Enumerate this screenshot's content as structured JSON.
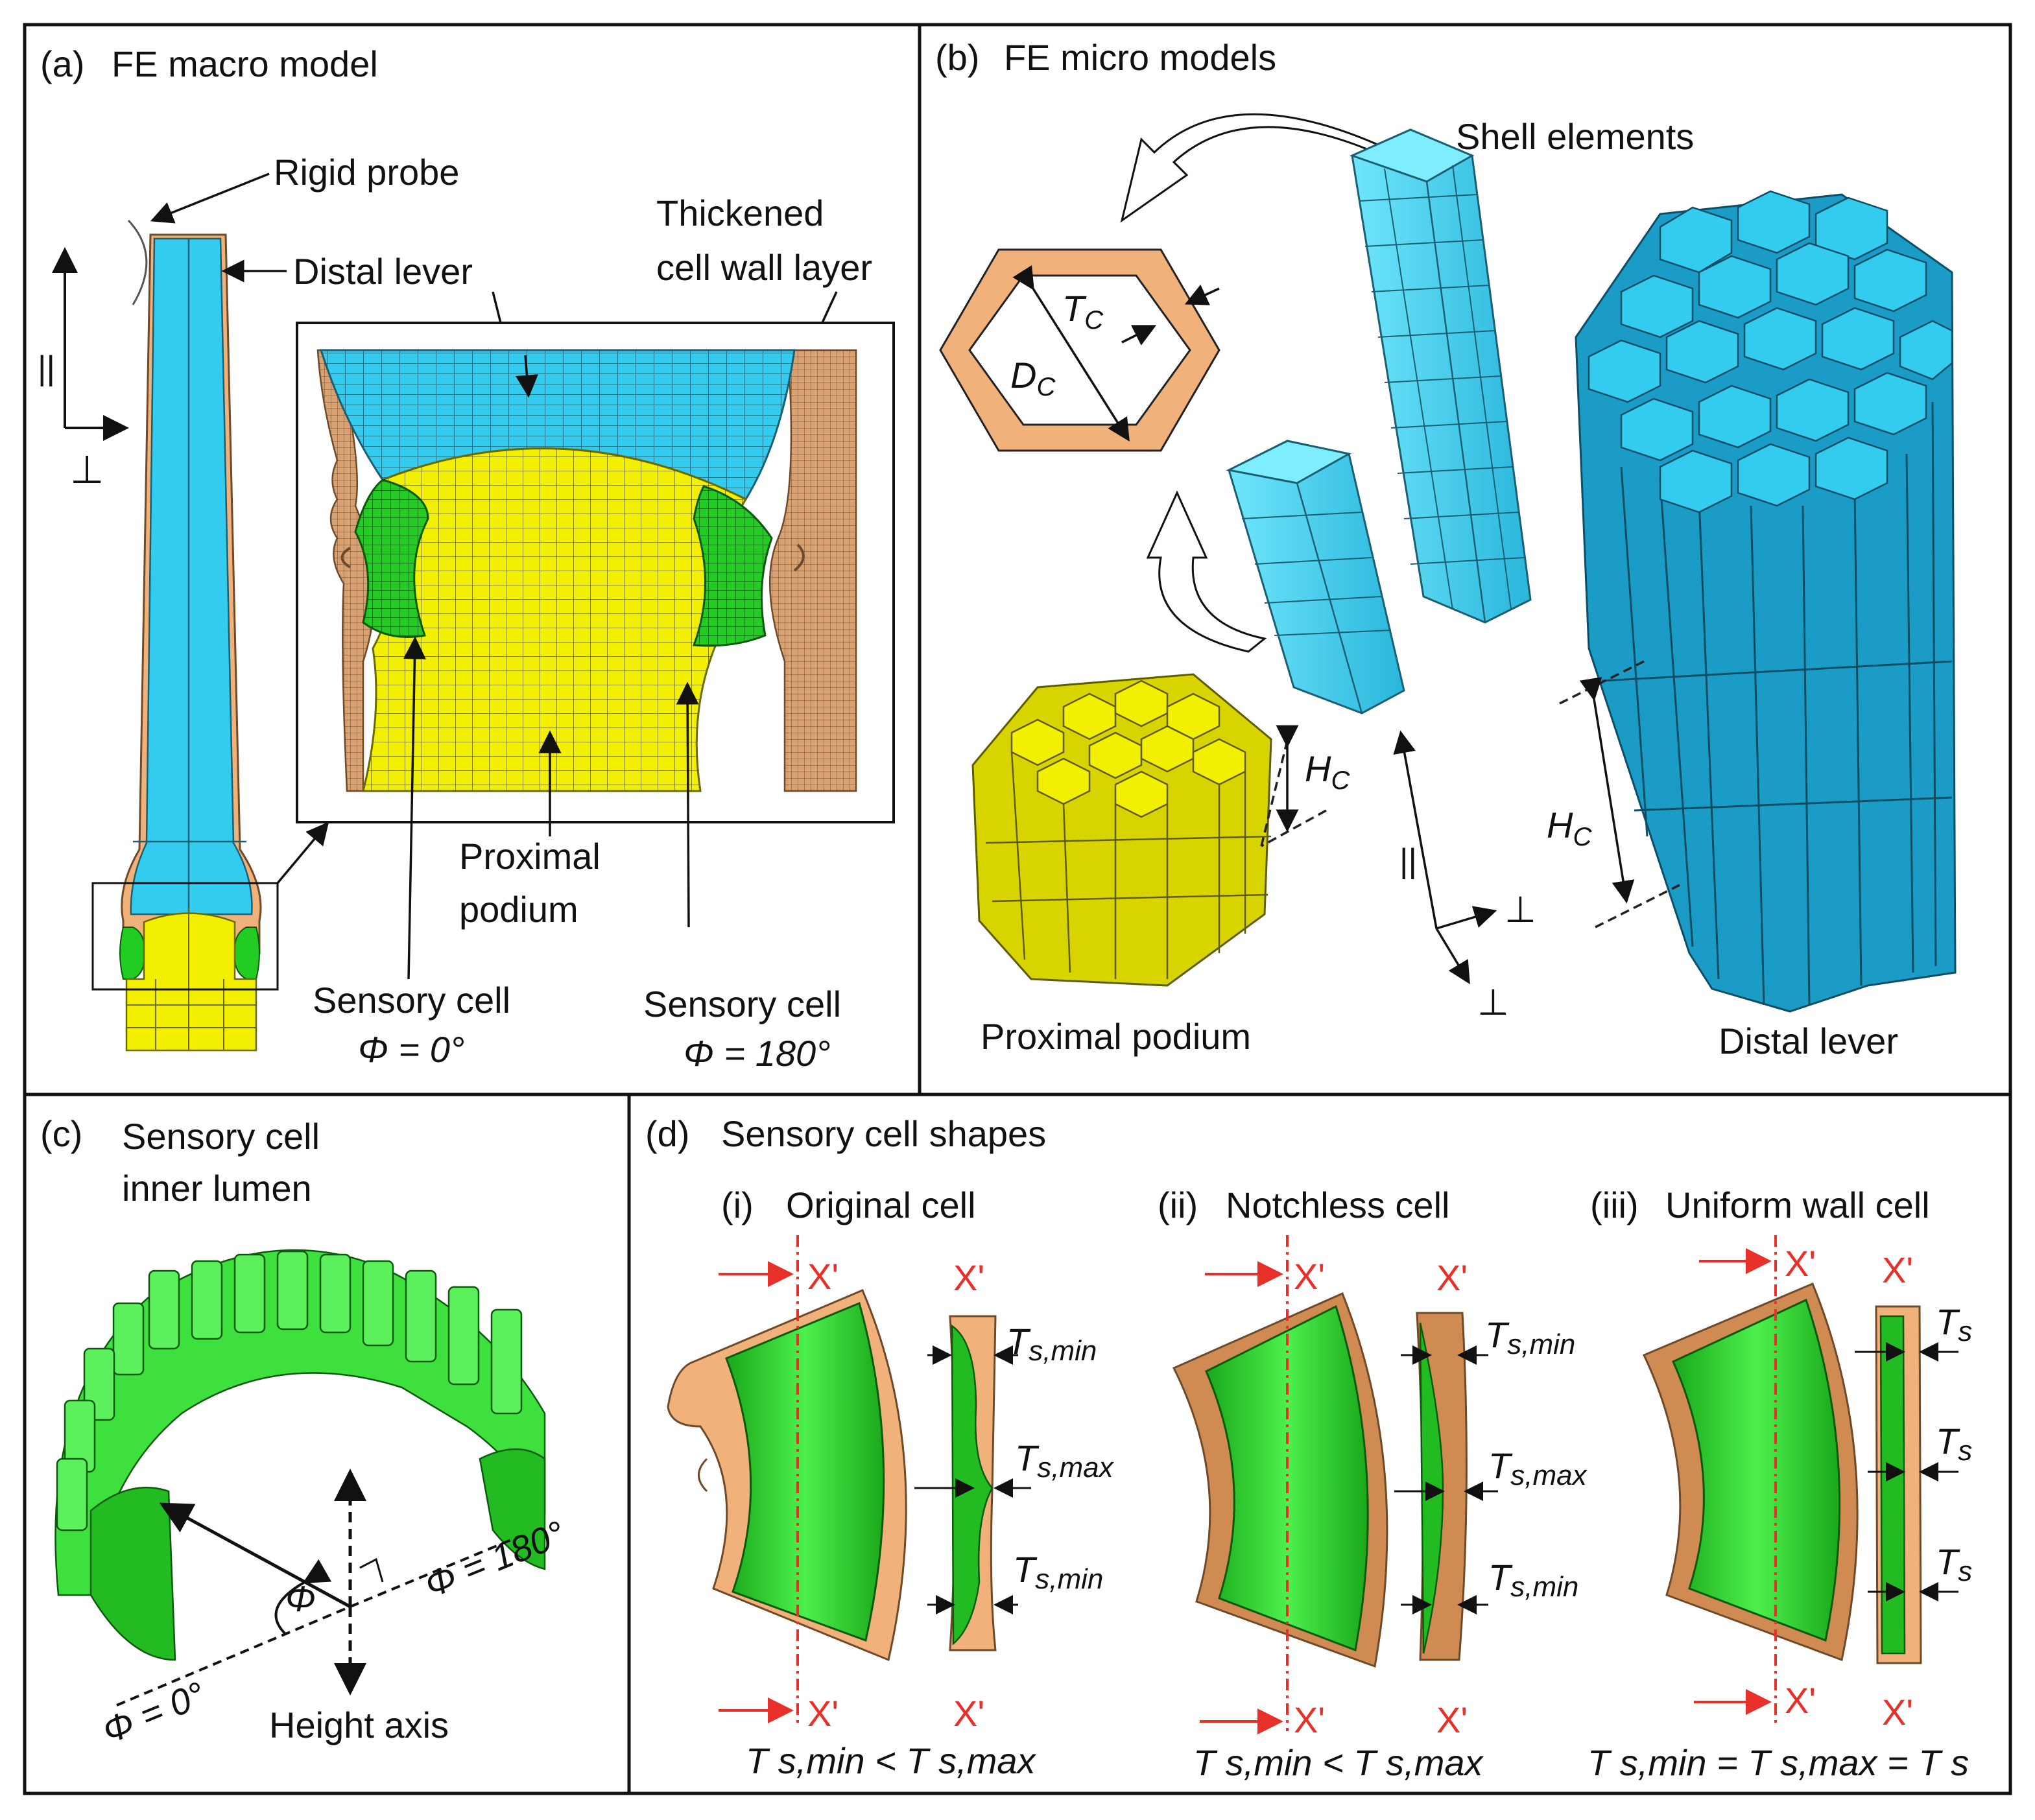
{
  "panels": {
    "a": {
      "letter": "(a)",
      "title": "FE macro model",
      "labels": {
        "rigid_probe": "Rigid probe",
        "distal_lever": "Distal lever",
        "thickened_1": "Thickened",
        "thickened_2": "cell wall layer",
        "proximal_1": "Proximal",
        "proximal_2": "podium",
        "sensory_left_1": "Sensory cell",
        "sensory_left_2": "Φ = 0°",
        "sensory_right_1": "Sensory cell",
        "sensory_right_2": "Φ = 180°",
        "parallel": "||",
        "perp": "⊥"
      }
    },
    "b": {
      "letter": "(b)",
      "title": "FE micro models",
      "labels": {
        "shell_elements": "Shell elements",
        "tc": "T",
        "tc_sub": "C",
        "dc": "D",
        "dc_sub": "C",
        "hc": "H",
        "hc_sub": "C",
        "proximal_podium": "Proximal podium",
        "distal_lever": "Distal lever",
        "parallel": "||",
        "perp": "⊥"
      }
    },
    "c": {
      "letter": "(c)",
      "title_1": "Sensory cell",
      "title_2": "inner lumen",
      "labels": {
        "phi": "Φ",
        "phi_0": "Φ = 0°",
        "phi_180": "Φ = 180°",
        "height_axis": "Height axis"
      }
    },
    "d": {
      "letter": "(d)",
      "title": "Sensory cell shapes",
      "cells": [
        {
          "num": "(i)",
          "name": "Original cell",
          "x": "X'",
          "t_top": "T",
          "t_top_sub": "s,min",
          "t_mid": "T",
          "t_mid_sub": "s,max",
          "t_bot": "T",
          "t_bot_sub": "s,min",
          "eq": "T s,min < T s,max"
        },
        {
          "num": "(ii)",
          "name": "Notchless cell",
          "x": "X'",
          "t_top": "T",
          "t_top_sub": "s,min",
          "t_mid": "T",
          "t_mid_sub": "s,max",
          "t_bot": "T",
          "t_bot_sub": "s,min",
          "eq": "T s,min < T s,max"
        },
        {
          "num": "(iii)",
          "name": "Uniform wall cell",
          "x": "X'",
          "t_top": "T",
          "t_top_sub": "s",
          "t_mid": "T",
          "t_mid_sub": "s",
          "t_bot": "T",
          "t_bot_sub": "s",
          "eq": "T s,min = T s,max = T s"
        }
      ]
    }
  },
  "colors": {
    "cyan": "#33ccee",
    "cyan_dark": "#2aa7cc",
    "yellow": "#f2f000",
    "yellow_dark": "#c9c600",
    "green": "#22cc22",
    "orange": "#f0b27a",
    "orange_dark": "#c98a55",
    "red": "#e8302a"
  }
}
